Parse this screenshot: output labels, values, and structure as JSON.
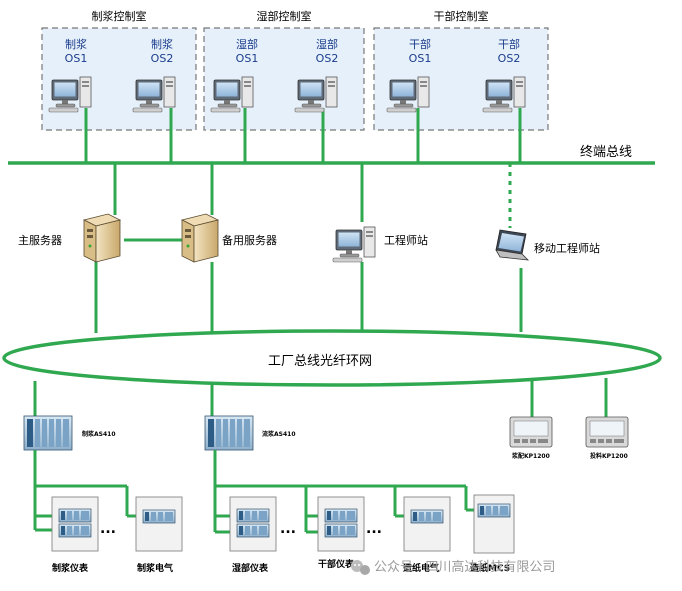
{
  "colors": {
    "bus_green": "#2fa84f",
    "room_fill": "#e6f0fa",
    "room_border": "#777777",
    "label_blue": "#1a3c8c"
  },
  "control_rooms": [
    {
      "title": "制浆控制室",
      "stations": [
        {
          "line1": "制浆",
          "line2": "OS1"
        },
        {
          "line1": "制浆",
          "line2": "OS2"
        }
      ]
    },
    {
      "title": "湿部控制室",
      "stations": [
        {
          "line1": "湿部",
          "line2": "OS1"
        },
        {
          "line1": "湿部",
          "line2": "OS2"
        }
      ]
    },
    {
      "title": "干部控制室",
      "stations": [
        {
          "line1": "干部",
          "line2": "OS1"
        },
        {
          "line1": "干部",
          "line2": "OS2"
        }
      ]
    }
  ],
  "terminal_bus_label": "终端总线",
  "servers": {
    "main": "主服务器",
    "backup": "备用服务器",
    "engineer_station": "工程师站",
    "mobile_engineer_station": "移动工程师站"
  },
  "ring_label": "工厂总线光纤环网",
  "racks": {
    "pulping": "制浆AS410",
    "flow": "流浆AS410"
  },
  "panels": {
    "left": "浆配KP1200",
    "right": "投料KP1200"
  },
  "bottom_devices": {
    "pulp_instrument": "制浆仪表",
    "pulp_electric": "制浆电气",
    "wet_instrument": "湿部仪表",
    "dry_instrument": "干部仪表",
    "paper_electric": "造纸电气",
    "paper_mcs": "造纸MCS"
  },
  "ellipsis": "...",
  "watermark": {
    "icon": "wechat-icon",
    "text": "公众号 · 四川高达科技有限公司"
  }
}
